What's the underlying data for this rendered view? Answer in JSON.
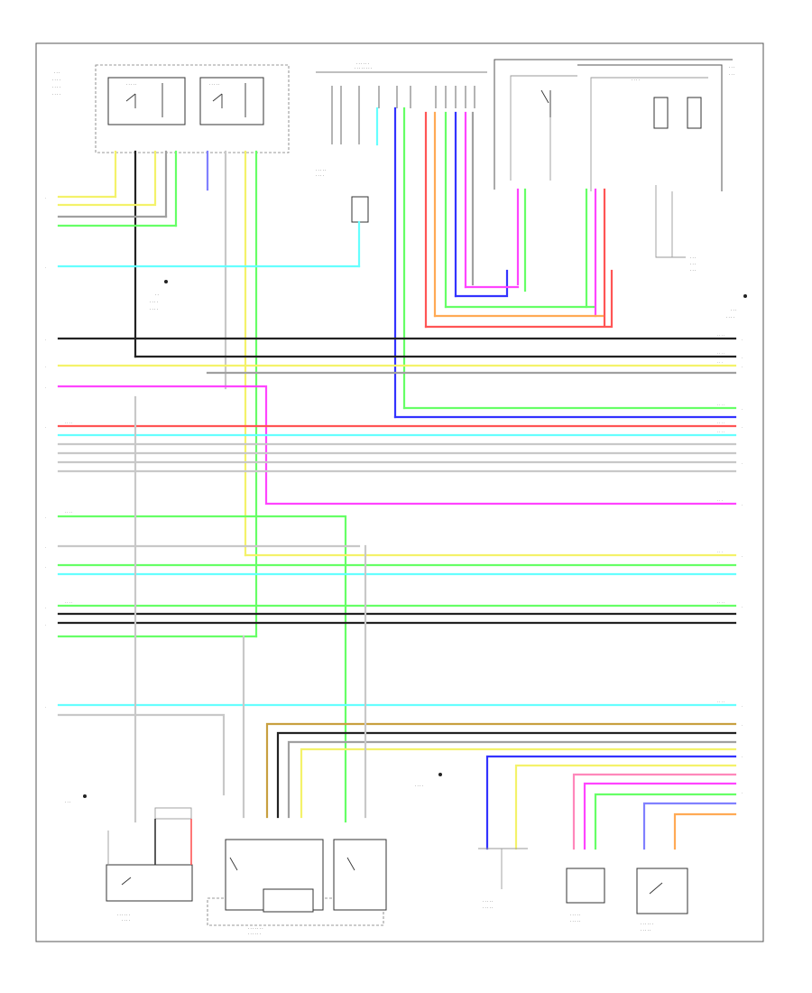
{
  "diagram": {
    "type": "automotive-wiring-schematic",
    "page_label": "",
    "wire_colors": {
      "yellow": "#f4f26a",
      "light_green": "#66ff66",
      "cyan": "#66ffff",
      "magenta": "#ff44ff",
      "red": "#ff5555",
      "blue": "#3333ff",
      "black": "#222222",
      "gray": "#a0a0a0",
      "white_line": "#c8c8c8",
      "orange": "#ffaa55",
      "tan": "#c8a040",
      "violet": "#8080ff",
      "pink": "#ff88bb"
    },
    "components": [
      {
        "id": "fuel-pump-switch",
        "icon": "switch-icon"
      },
      {
        "id": "ecm-connector-left",
        "icon": "connector-icon"
      },
      {
        "id": "ecm-connector-right",
        "icon": "connector-icon"
      },
      {
        "id": "ground-points",
        "icon": "ground-icon"
      },
      {
        "id": "temperature-sensor",
        "icon": "sensor-icon"
      },
      {
        "id": "speed-sensor",
        "icon": "sensor-icon"
      },
      {
        "id": "pressure-switch",
        "icon": "switch-icon"
      }
    ]
  }
}
